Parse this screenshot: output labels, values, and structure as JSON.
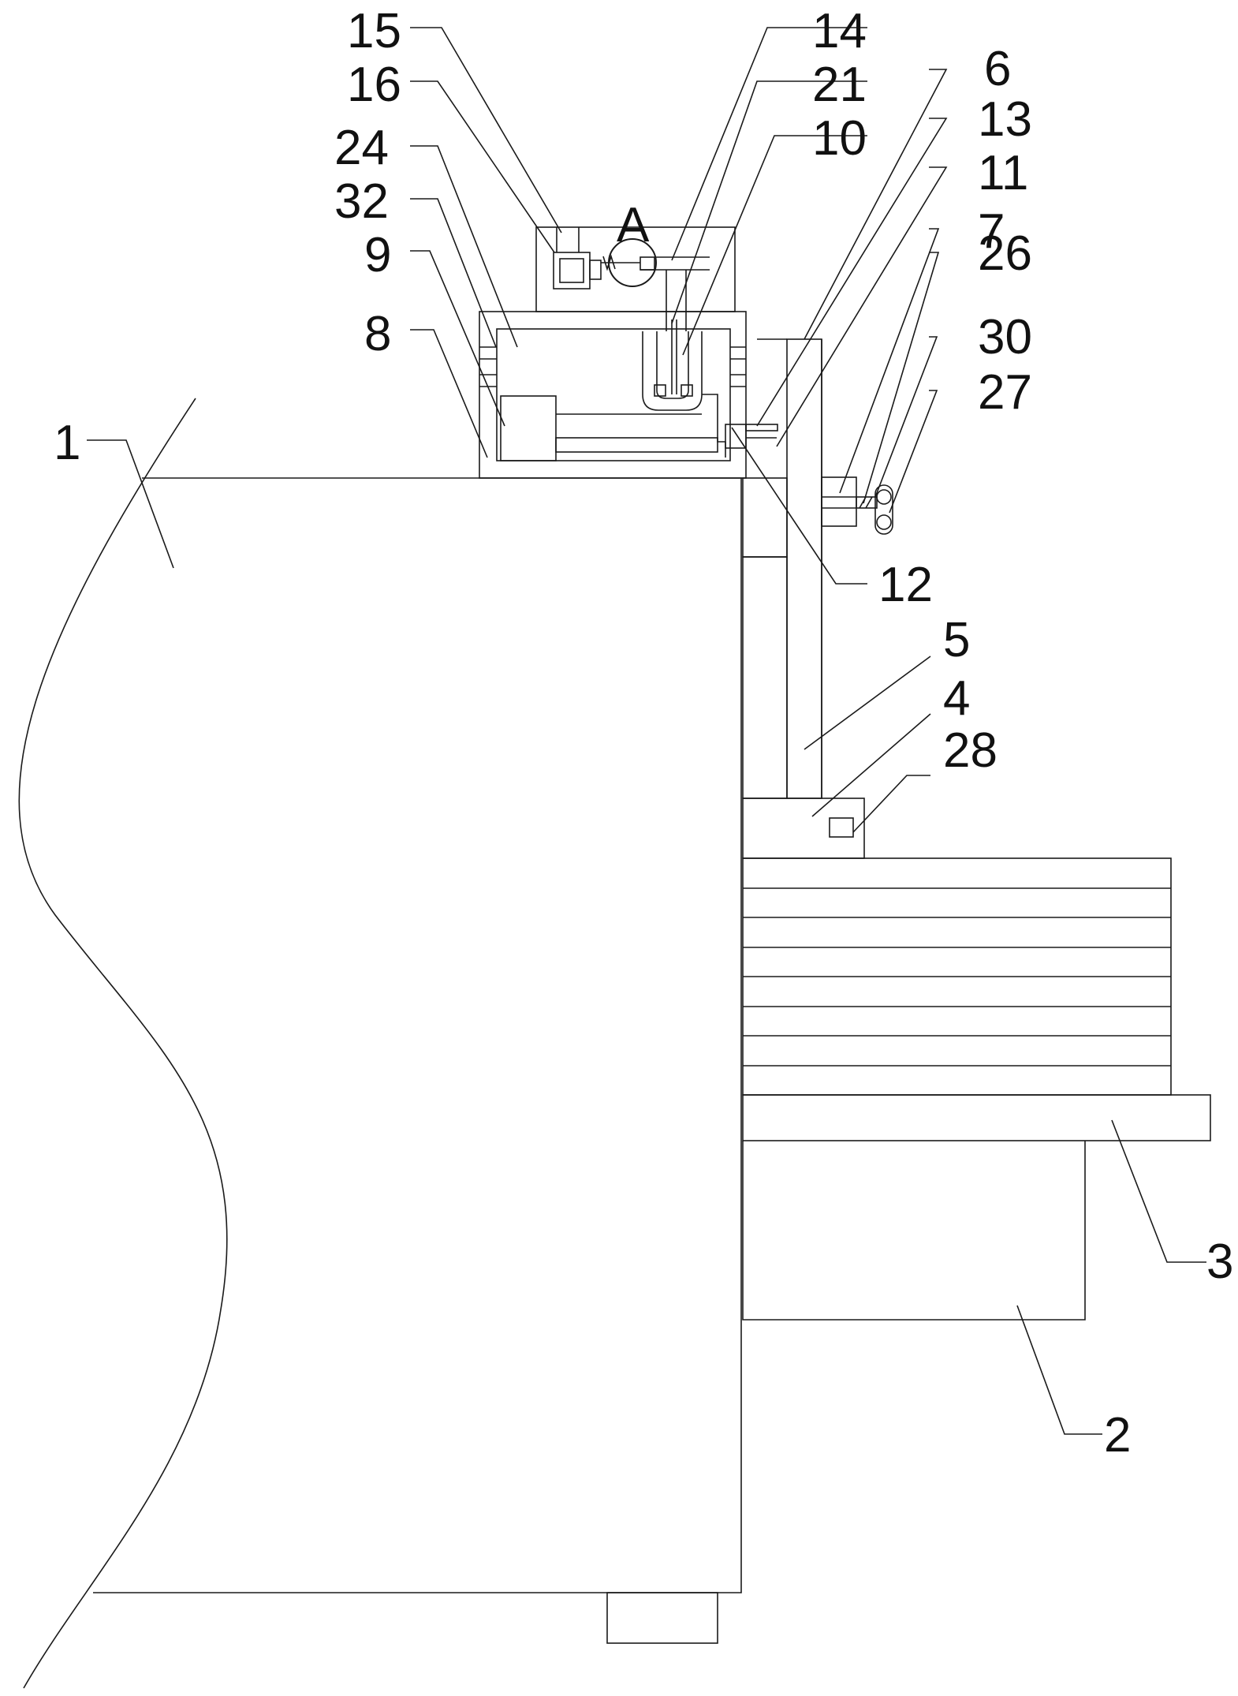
{
  "figure": {
    "detail_marker": "A",
    "labels": {
      "l1": "1",
      "l2": "2",
      "l3": "3",
      "l4": "4",
      "l5": "5",
      "l6": "6",
      "l7": "7",
      "l8": "8",
      "l9": "9",
      "l10": "10",
      "l11": "11",
      "l12": "12",
      "l13": "13",
      "l14": "14",
      "l15": "15",
      "l16": "16",
      "l21": "21",
      "l24": "24",
      "l26": "26",
      "l27": "27",
      "l28": "28",
      "l30": "30",
      "l32": "32"
    }
  }
}
